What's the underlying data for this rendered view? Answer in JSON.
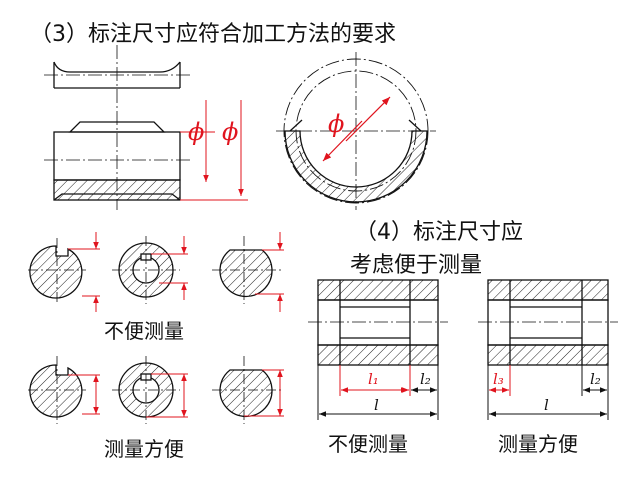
{
  "heading_3": "（3）标注尺寸应符合加工方法的要求",
  "heading_4_line1": "（4）标注尺寸应",
  "heading_4_line2": "考虑便于测量",
  "label_inconvenient_left": "不便测量",
  "label_convenient_left": "测量方便",
  "label_inconvenient_right": "不便测量",
  "label_convenient_right": "测量方便",
  "dim_phi": "ϕ",
  "dim_l": "l",
  "dim_l1": "l₁",
  "dim_l2": "l₂",
  "dim_l3": "l₃",
  "colors": {
    "line": "#111111",
    "dimension": "#e0141e",
    "hatch": "#222222"
  }
}
